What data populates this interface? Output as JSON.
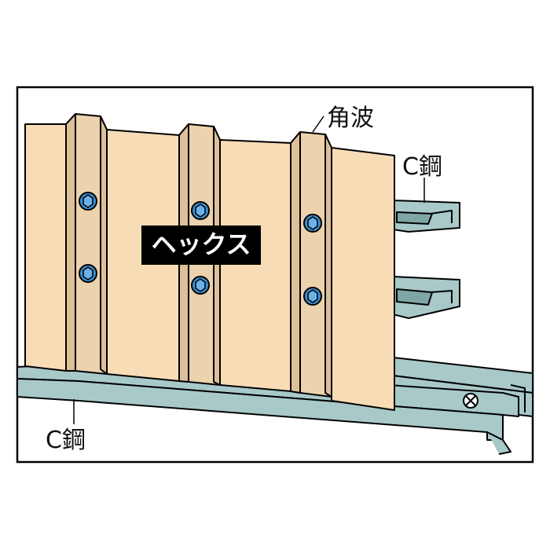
{
  "labels": {
    "corrugated_panel": "角波",
    "c_steel_right": "C鋼",
    "c_steel_bottom": "C鋼",
    "hex_badge": "ヘックス"
  },
  "colors": {
    "frame": "#000000",
    "panel_face": "#f8dcb6",
    "panel_rib": "#ecd2ad",
    "panel_rib_side": "#dcc09a",
    "steel": "#a9c9c9",
    "steel_dark": "#7fa6a6",
    "bolt": "#3d8fd0",
    "badge_bg": "#000000"
  },
  "icons": {
    "bolt": "hex-bolt-icon",
    "screw": "cross-screw-icon"
  }
}
